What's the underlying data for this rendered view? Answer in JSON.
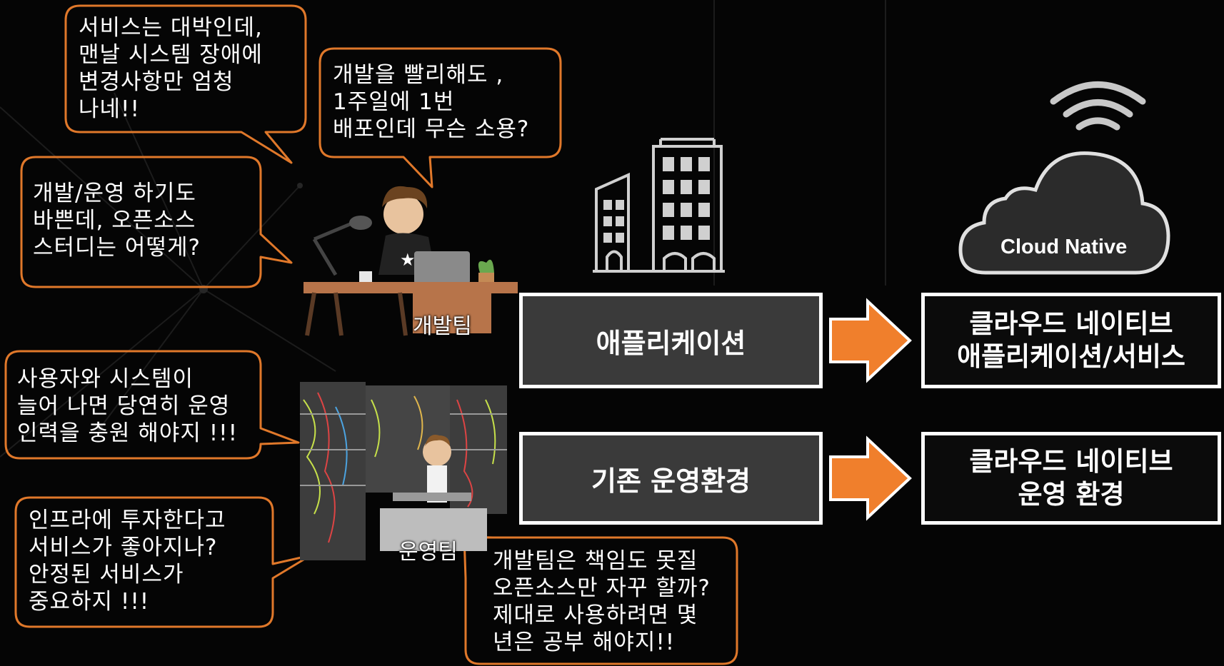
{
  "bubbles": {
    "service": "서비스는 대박인데,\n맨날 시스템 장애에\n변경사항만 엄청\n나네!!",
    "deploy": "개발을 빨리해도 ,\n1주일에 1번\n배포인데 무슨 소용?",
    "study": "개발/운영 하기도\n바쁜데, 오픈소스\n스터디는 어떻게?",
    "staffing": "사용자와 시스템이\n늘어 나면 당연히 운영\n인력을 충원 해야지 !!!",
    "infra": "인프라에 투자한다고\n서비스가 좋아지나?\n안정된 서비스가\n중요하지 !!!",
    "opensource": "개발팀은 책임도 못질\n오픈소스만 자꾸 할까?\n제대로 사용하려면 몇\n년은 공부 해야지!!"
  },
  "teams": {
    "dev": "개발팀",
    "ops": "운영팀"
  },
  "boxes": {
    "application": "애플리케이션",
    "legacy_ops": "기존 운영환경",
    "cn_application": "클라우드 네이티브\n애플리케이션/서비스",
    "cn_ops": "클라우드 네이티브\n운영 환경"
  },
  "cloud": {
    "label": "Cloud Native"
  },
  "colors": {
    "bubble_border": "#e0782a",
    "arrow": "#f07f2c",
    "box_border": "#ffffff"
  }
}
